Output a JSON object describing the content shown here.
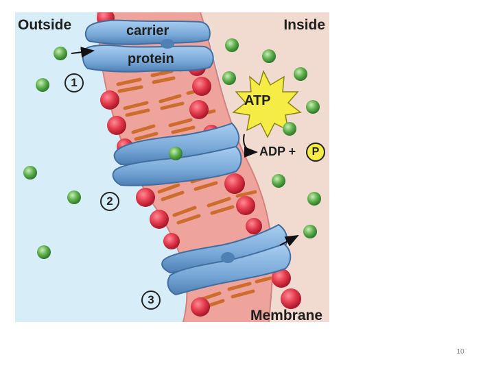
{
  "labels": {
    "outside": "Outside",
    "inside": "Inside",
    "carrier": "carrier",
    "protein": "protein",
    "membrane": "Membrane",
    "atp": "ATP",
    "adp": "ADP +",
    "phosphate": "P"
  },
  "steps": [
    "1",
    "2",
    "3"
  ],
  "page_number": "10",
  "colors": {
    "outside_bg": "#d7eef8",
    "inside_bg": "#f1dad0",
    "membrane": "#eea39c",
    "phospholipid_head": "#e23a4c",
    "lipid_tail": "#cd6d2c",
    "carrier_protein": "#79a9d8",
    "solute": "#5fae4e",
    "atp_burst": "#f5ec45"
  }
}
